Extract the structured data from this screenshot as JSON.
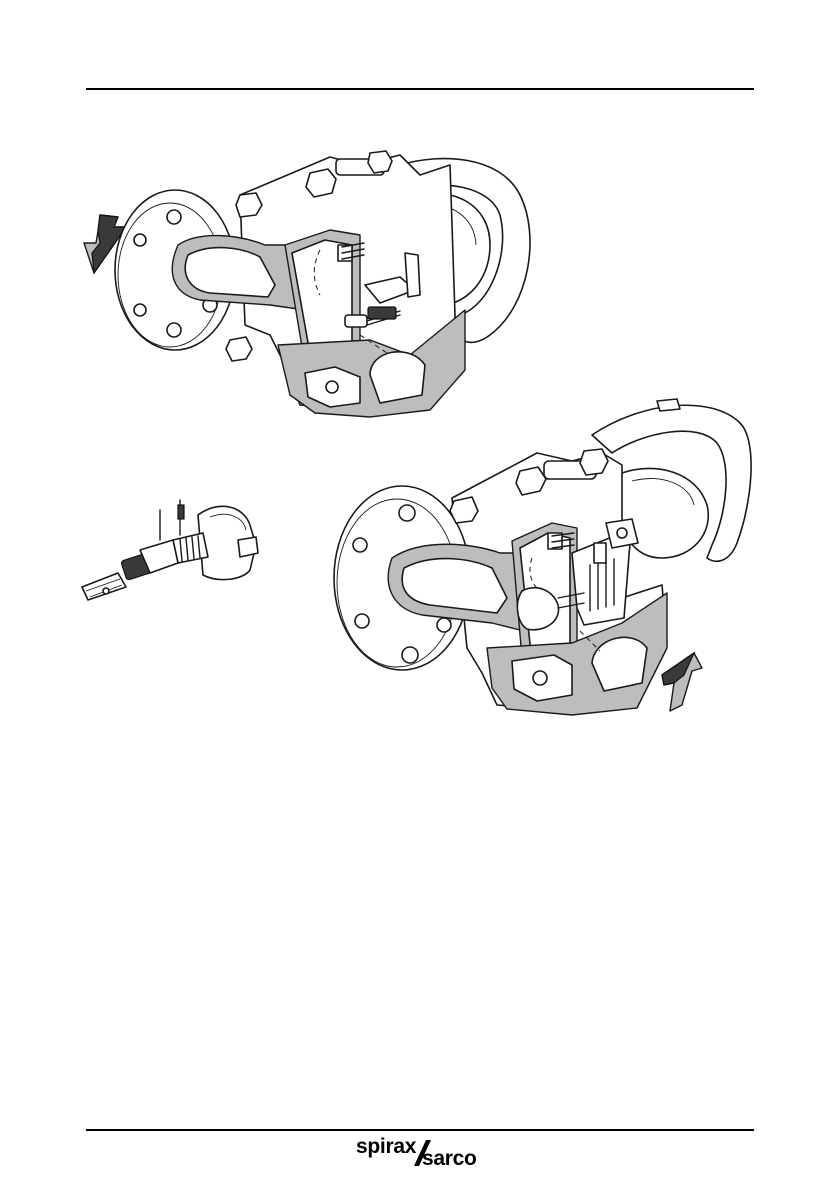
{
  "page": {
    "background": "#ffffff",
    "ink": "#1a1a1a"
  },
  "figures": [
    {
      "name": "trap-cutaway-top",
      "icon": "flow-arrow-inlet-left"
    },
    {
      "name": "valve-detail-small",
      "icon": "valve-seat-assembly"
    },
    {
      "name": "trap-cutaway-bottom",
      "icon": "flow-arrow-inlet-right"
    }
  ],
  "footer": {
    "logo_word_1": "spirax",
    "logo_word_2": "sarco"
  }
}
